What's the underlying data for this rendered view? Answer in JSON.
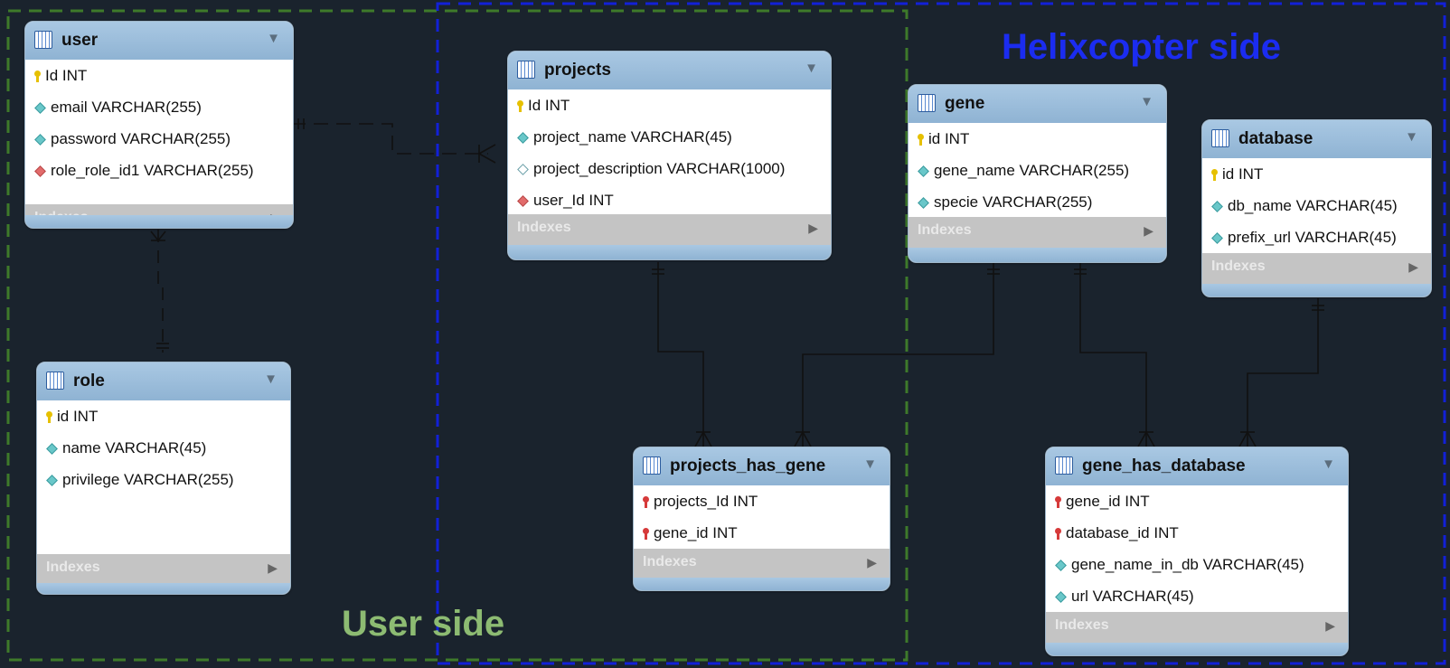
{
  "regions": {
    "user_side_label": "User side",
    "helix_side_label": "Helixcopter side",
    "user_side_color": "#3e7a2a",
    "helix_side_color": "#1220d8",
    "user_side_label_color": "#8dbb72",
    "helix_side_label_color": "#1b2cf0"
  },
  "table_header_color": "#9bbcdb",
  "indexes_label": "Indexes",
  "tables": {
    "user": {
      "name": "user",
      "columns": [
        {
          "icon": "primary-key",
          "text": "Id INT"
        },
        {
          "icon": "column",
          "text": "email VARCHAR(255)"
        },
        {
          "icon": "column",
          "text": "password VARCHAR(255)"
        },
        {
          "icon": "foreign-key-column",
          "text": "role_role_id1 VARCHAR(255)"
        }
      ]
    },
    "role": {
      "name": "role",
      "columns": [
        {
          "icon": "primary-key",
          "text": "id INT"
        },
        {
          "icon": "column",
          "text": "name VARCHAR(45)"
        },
        {
          "icon": "column",
          "text": "privilege VARCHAR(255)"
        }
      ]
    },
    "projects": {
      "name": "projects",
      "columns": [
        {
          "icon": "primary-key",
          "text": "Id INT"
        },
        {
          "icon": "column",
          "text": "project_name VARCHAR(45)"
        },
        {
          "icon": "nullable-column",
          "text": "project_description VARCHAR(1000)"
        },
        {
          "icon": "foreign-key-column",
          "text": "user_Id INT"
        }
      ]
    },
    "gene": {
      "name": "gene",
      "columns": [
        {
          "icon": "primary-key",
          "text": "id INT"
        },
        {
          "icon": "column",
          "text": "gene_name VARCHAR(255)"
        },
        {
          "icon": "column",
          "text": "specie VARCHAR(255)"
        }
      ]
    },
    "database": {
      "name": "database",
      "columns": [
        {
          "icon": "primary-key",
          "text": "id INT"
        },
        {
          "icon": "column",
          "text": "db_name VARCHAR(45)"
        },
        {
          "icon": "column",
          "text": "prefix_url VARCHAR(45)"
        }
      ]
    },
    "projects_has_gene": {
      "name": "projects_has_gene",
      "columns": [
        {
          "icon": "foreign-primary-key",
          "text": "projects_Id INT"
        },
        {
          "icon": "foreign-primary-key",
          "text": "gene_id INT"
        }
      ]
    },
    "gene_has_database": {
      "name": "gene_has_database",
      "columns": [
        {
          "icon": "foreign-primary-key",
          "text": "gene_id INT"
        },
        {
          "icon": "foreign-primary-key",
          "text": "database_id INT"
        },
        {
          "icon": "column",
          "text": "gene_name_in_db VARCHAR(45)"
        },
        {
          "icon": "column",
          "text": "url VARCHAR(45)"
        }
      ]
    }
  }
}
